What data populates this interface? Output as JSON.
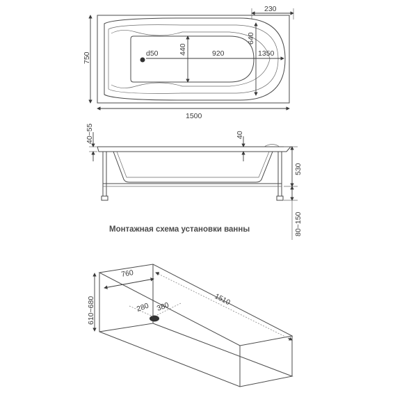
{
  "top_view": {
    "overall_length": "1500",
    "overall_width": "750",
    "corner_radius_zone": "230",
    "inner_length": "1350",
    "basin_length": "920",
    "basin_width": "440",
    "rim_width": "640",
    "drain": "d50"
  },
  "side_view": {
    "rim_thickness": "40~55",
    "head_offset": "40",
    "tub_height": "530",
    "leg_height": "80~150"
  },
  "install_scheme": {
    "title": "Монтажная схема установки ванны",
    "niche_length": "1510",
    "niche_width": "760",
    "niche_height": "610~680",
    "drain_x": "280",
    "drain_y": "380"
  }
}
